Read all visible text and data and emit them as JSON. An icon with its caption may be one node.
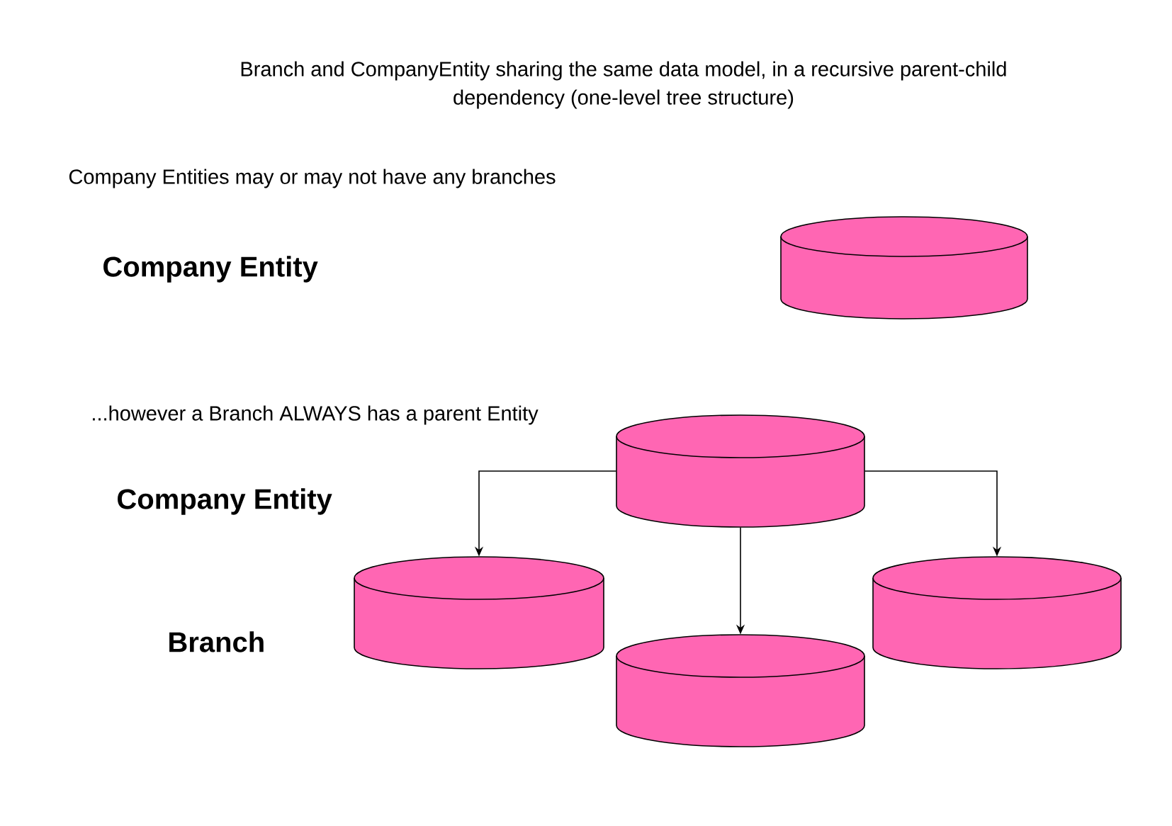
{
  "diagram": {
    "title": "Branch and CompanyEntity sharing the same data model, in a recursive parent-child dependency (one-level tree structure)",
    "nodes": [
      {
        "text": [],
        "shape": "cylinder"
      },
      {
        "text": [],
        "shape": "cylinder"
      },
      {
        "text": [],
        "shape": "cylinder"
      },
      {
        "text": [],
        "shape": "cylinder"
      },
      {
        "text": [],
        "shape": "cylinder"
      }
    ],
    "edges": [
      {
        "from": 1,
        "to": 2,
        "arrow": "to"
      },
      {
        "from": 1,
        "to": 3,
        "arrow": "to"
      },
      {
        "from": 1,
        "to": 4,
        "arrow": "to"
      }
    ],
    "labels": [
      "Company Entities may or may not have any branches",
      "Company Entity",
      "...however a Branch ALWAYS has a parent Entity",
      "Company Entity",
      "Branch"
    ]
  }
}
